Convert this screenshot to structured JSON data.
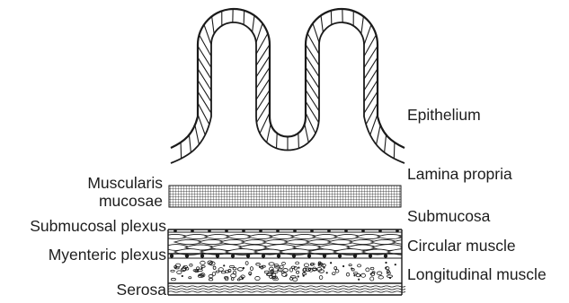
{
  "diagram": {
    "labels": {
      "epithelium": "Epithelium",
      "lamina_propria": "Lamina propria",
      "muscularis_mucosae_line1": "Muscularis",
      "muscularis_mucosae_line2": "mucosae",
      "submucosa": "Submucosa",
      "submucosal_plexus": "Submucosal plexus",
      "circular_muscle": "Circular muscle",
      "myenteric_plexus": "Myenteric plexus",
      "longitudinal_muscle": "Longitudinal muscle",
      "serosa": "Serosa"
    },
    "villus_count": 2
  },
  "colors": {
    "stroke": "#1a1a1a",
    "cell_fill": "#ffffff",
    "text": "#1d1d1d"
  }
}
